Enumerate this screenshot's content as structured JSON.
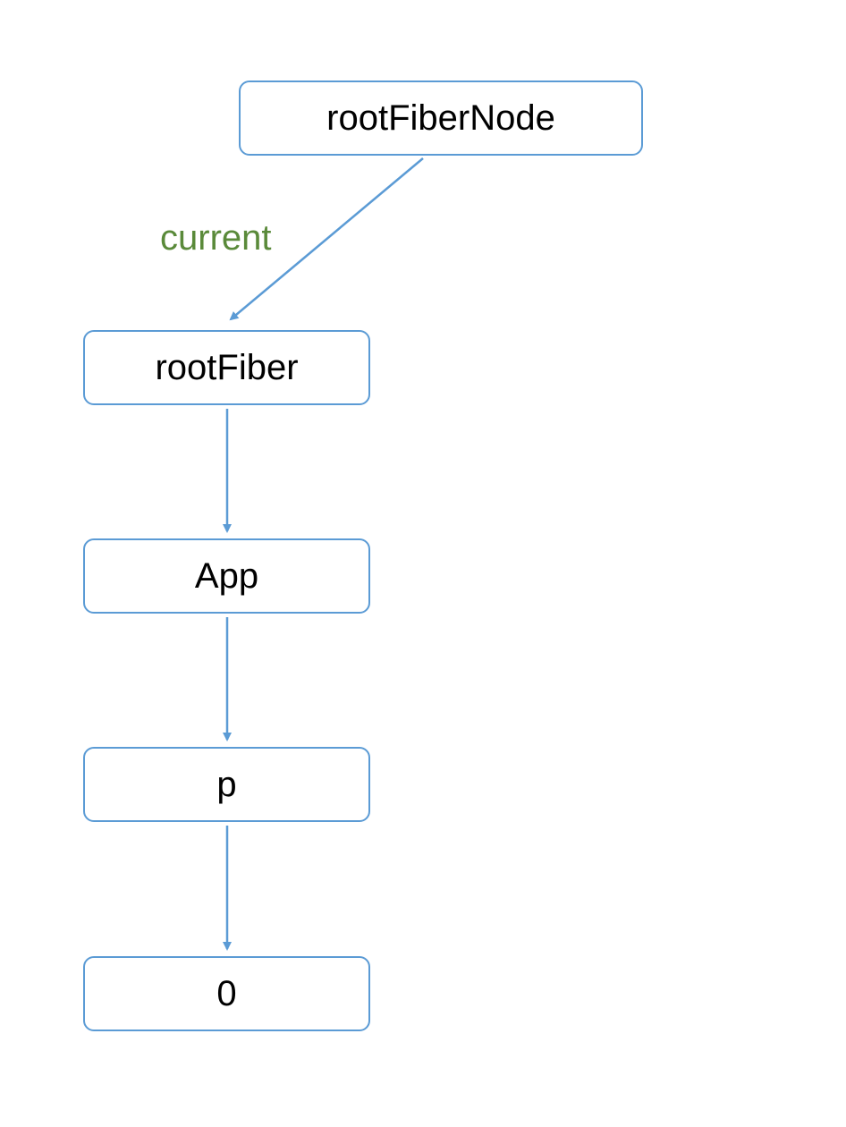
{
  "nodes": {
    "root_fiber_node": "rootFiberNode",
    "root_fiber": "rootFiber",
    "app": "App",
    "p": "p",
    "zero": "0"
  },
  "edges": {
    "current_label": "current"
  },
  "colors": {
    "box_border": "#5b9bd5",
    "arrow": "#5b9bd5",
    "edge_label": "#5a8a3a",
    "text": "#000000",
    "background": "#ffffff"
  }
}
